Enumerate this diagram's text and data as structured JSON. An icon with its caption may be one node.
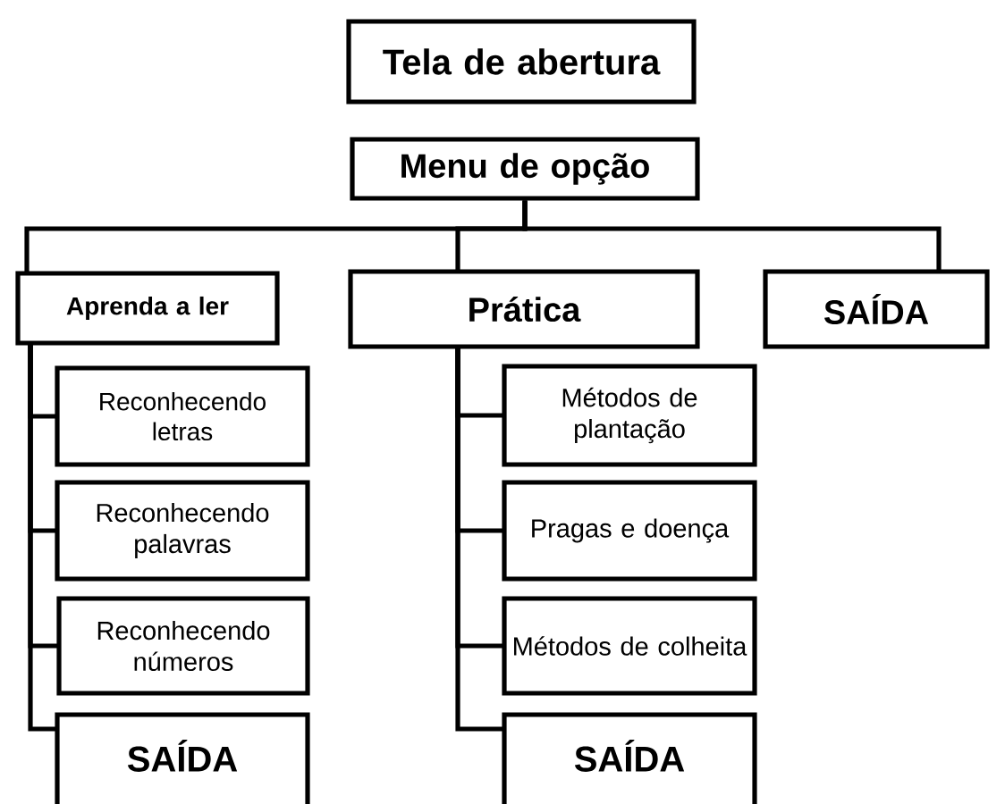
{
  "diagram": {
    "nodes": [
      {
        "text": [
          "Tela de abertura"
        ]
      },
      {
        "text": [
          "Menu de opção"
        ]
      },
      {
        "text": [
          "Aprenda a ler"
        ]
      },
      {
        "text": [
          "Prática"
        ]
      },
      {
        "text": [
          "SAÍDA"
        ]
      },
      {
        "text": [
          "Reconhecendo letras"
        ]
      },
      {
        "text": [
          "Reconhecendo palavras"
        ]
      },
      {
        "text": [
          "Reconhecendo números"
        ]
      },
      {
        "text": [
          "SAÍDA"
        ]
      },
      {
        "text": [
          "Métodos de plantação"
        ]
      },
      {
        "text": [
          "Pragas e doença"
        ]
      },
      {
        "text": [
          "Métodos de colheita"
        ]
      },
      {
        "text": [
          "SAÍDA"
        ]
      }
    ],
    "edges": [
      {
        "from": 1,
        "to": 2,
        "arrow": "none"
      },
      {
        "from": 1,
        "to": 3,
        "arrow": "none"
      },
      {
        "from": 1,
        "to": 4,
        "arrow": "none"
      },
      {
        "from": 2,
        "to": 5,
        "arrow": "none"
      },
      {
        "from": 2,
        "to": 6,
        "arrow": "none"
      },
      {
        "from": 2,
        "to": 7,
        "arrow": "none"
      },
      {
        "from": 2,
        "to": 8,
        "arrow": "none"
      },
      {
        "from": 3,
        "to": 9,
        "arrow": "none"
      },
      {
        "from": 3,
        "to": 10,
        "arrow": "none"
      },
      {
        "from": 3,
        "to": 11,
        "arrow": "none"
      },
      {
        "from": 3,
        "to": 12,
        "arrow": "none"
      }
    ]
  }
}
